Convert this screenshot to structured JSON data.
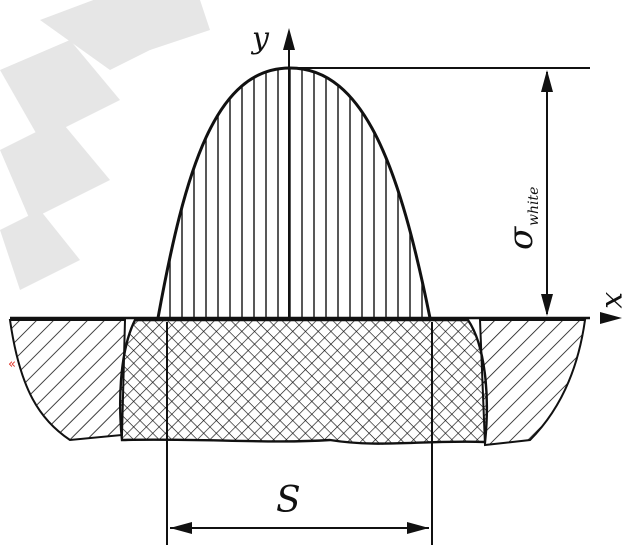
{
  "labels": {
    "y_axis": "y",
    "x_axis": "x",
    "sigma_main": "σ",
    "sigma_sub": "white",
    "width": "S"
  },
  "side_mark": "«",
  "icons": {
    "side_mark": "double-left-angle-icon"
  },
  "colors": {
    "ink": "#111111",
    "watermark": "#dddddd",
    "side_mark": "#e0352b"
  }
}
